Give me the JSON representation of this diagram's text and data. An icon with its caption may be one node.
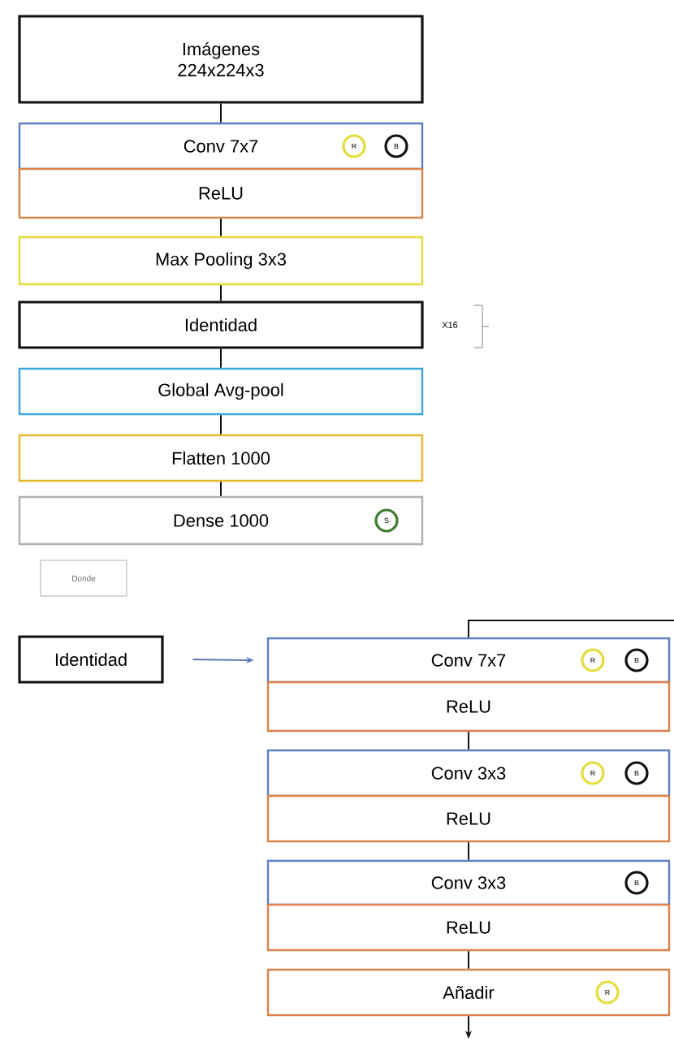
{
  "diagram": {
    "nodes": [
      {
        "text": [
          "Imágenes 224x224x3"
        ]
      },
      {
        "text": [
          "Conv 7x7"
        ]
      },
      {
        "text": [
          "R"
        ],
        "in": 1
      },
      {
        "text": [
          "B"
        ],
        "in": 1
      },
      {
        "text": [
          "ReLU"
        ]
      },
      {
        "text": [
          "Max Pooling 3x3"
        ]
      },
      {
        "text": [
          "Identidad"
        ]
      },
      {
        "text": [
          "Global Avg-pool"
        ]
      },
      {
        "text": [
          "Flatten 1000"
        ]
      },
      {
        "text": [
          "Dense 1000"
        ]
      },
      {
        "text": [
          "S"
        ],
        "in": 9
      },
      {
        "text": [
          "Donde"
        ]
      },
      {
        "text": [
          "Identidad"
        ]
      },
      {
        "text": [
          "Conv 7x7"
        ]
      },
      {
        "text": [
          "R"
        ],
        "in": 13
      },
      {
        "text": [
          "B"
        ],
        "in": 13
      },
      {
        "text": [
          "ReLU"
        ]
      },
      {
        "text": [
          "Conv 3x3"
        ]
      },
      {
        "text": [
          "R"
        ],
        "in": 17
      },
      {
        "text": [
          "B"
        ],
        "in": 17
      },
      {
        "text": [
          "ReLU"
        ]
      },
      {
        "text": [
          "Conv 3x3"
        ]
      },
      {
        "text": [
          "B"
        ],
        "in": 21
      },
      {
        "text": [
          "ReLU"
        ]
      },
      {
        "text": [
          "Añadir"
        ]
      },
      {
        "text": [
          "R"
        ],
        "in": 24
      }
    ],
    "edges": [
      {
        "from": 0,
        "to": 1,
        "arrow": "none"
      },
      {
        "from": 4,
        "to": 5,
        "arrow": "none"
      },
      {
        "from": 5,
        "to": 6,
        "arrow": "none"
      },
      {
        "from": 6,
        "to": 7,
        "arrow": "none"
      },
      {
        "from": 7,
        "to": 8,
        "arrow": "none"
      },
      {
        "from": 8,
        "to": 9,
        "arrow": "none"
      },
      {
        "from": 12,
        "to": 13,
        "arrow": "to",
        "color": "#5a78b8"
      },
      {
        "from": 13,
        "to": null,
        "arrow": "none"
      },
      {
        "from": 16,
        "to": 17,
        "arrow": "none"
      },
      {
        "from": 20,
        "to": 21,
        "arrow": "none"
      },
      {
        "from": 23,
        "to": 24,
        "arrow": "none"
      },
      {
        "from": 24,
        "to": null,
        "arrow": "to"
      }
    ],
    "labels": [
      "X16"
    ]
  }
}
